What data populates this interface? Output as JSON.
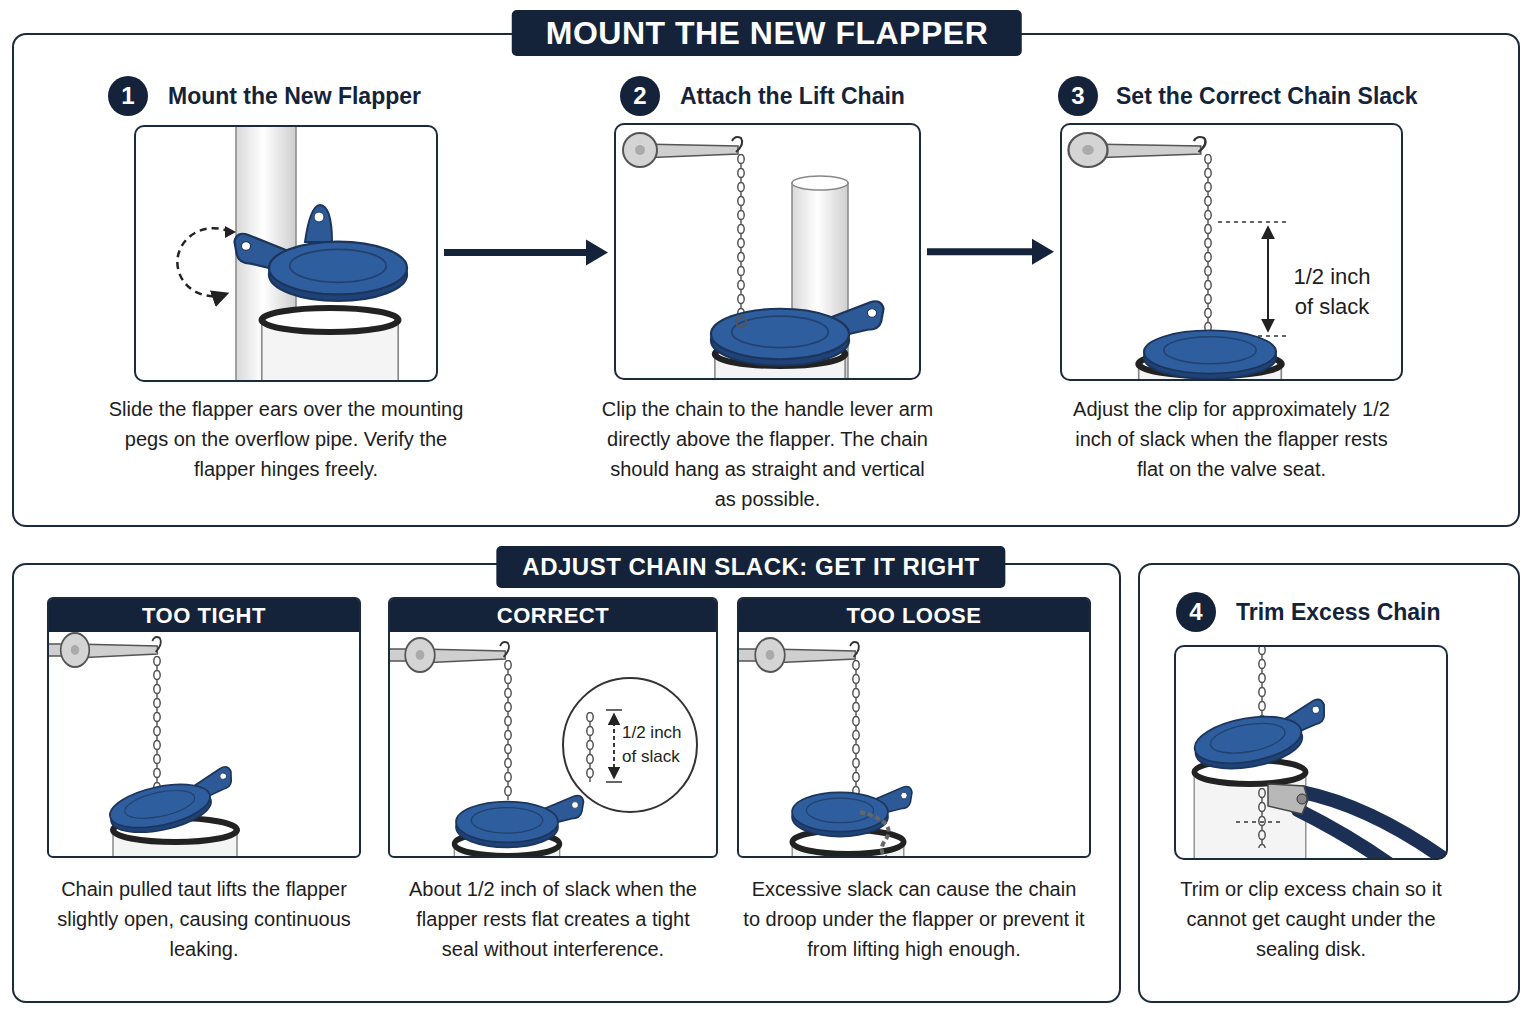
{
  "diagram": {
    "nodes": [
      {
        "text": [
          "MOUNT THE NEW FLAPPER"
        ]
      },
      {
        "text": [
          "1"
        ],
        "in": 0
      },
      {
        "text": [
          "Mount the New Flapper",
          "Slide the flapper ears over the mounting pegs on the overflow pipe. Verify the flapper hinges freely."
        ],
        "in": 0
      },
      {
        "text": [
          "2"
        ],
        "in": 0
      },
      {
        "text": [
          "Attach the Lift Chain",
          "Clip the chain to the handle lever arm directly above the flapper. The chain should hang as straight and vertical as possible."
        ],
        "in": 0
      },
      {
        "text": [
          "3"
        ],
        "in": 0
      },
      {
        "text": [
          "Set the Correct Chain Slack",
          "Adjust the clip for approximately 1/2 inch of slack when the flapper rests flat on the valve seat."
        ],
        "in": 0
      },
      {
        "text": [
          "ADJUST CHAIN SLACK: GET IT RIGHT"
        ]
      },
      {
        "text": [
          "TOO TIGHT",
          "Chain pulled taut lifts the flapper slightly open, causing continuous leaking."
        ],
        "in": 7
      },
      {
        "text": [
          "CORRECT",
          "About 1/2 inch of slack when the flapper rests flat creates a tight seal without interference."
        ],
        "in": 7
      },
      {
        "text": [
          "1/2 inch of slack"
        ],
        "in": 9
      },
      {
        "text": [
          "TOO LOOSE",
          "Excessive slack can cause the chain to droop under the flapper or prevent it from lifting high enough."
        ],
        "in": 7
      },
      {
        "text": [
          "Trim Excess Chain"
        ]
      },
      {
        "text": [
          "4"
        ],
        "in": 12
      },
      {
        "text": [
          "Trim or clip excess chain so it cannot get caught under the sealing disk."
        ],
        "in": 12
      }
    ],
    "edges": [
      {
        "from": 2,
        "to": 4,
        "arrow": "to"
      },
      {
        "from": 4,
        "to": 6,
        "arrow": "to"
      }
    ],
    "labels": [
      "1/2 inch of slack"
    ]
  }
}
